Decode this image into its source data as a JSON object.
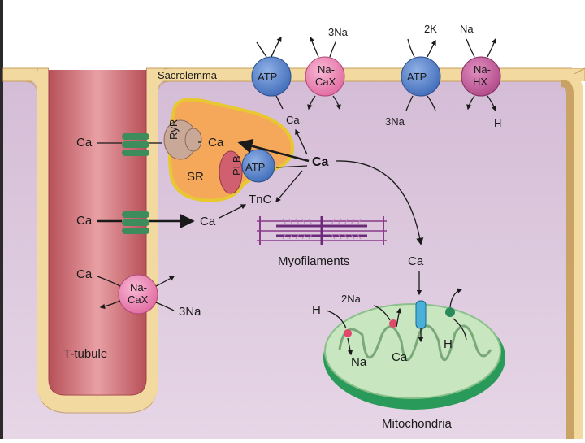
{
  "labels": {
    "sarcolemma": "Sacrolemma",
    "t_tubule": "T-tubule",
    "sr": "SR",
    "ryr": "RyR",
    "plb": "PLB",
    "atp": "ATP",
    "na_cax": "Na-CaX",
    "na_cax_line1": "Na-",
    "na_cax_line2": "CaX",
    "na_hx_line1": "Na-",
    "na_hx_line2": "HX",
    "myofilaments": "Myofilaments",
    "mitochondria": "Mitochondria",
    "tnc": "TnC",
    "ca": "Ca",
    "ca_bold": "Ca",
    "three_na": "3Na",
    "two_k": "2K",
    "na": "Na",
    "h": "H",
    "two_na": "2Na"
  },
  "colors": {
    "cytoplasm": "#dcc8dc",
    "membrane": "#f2d9a0",
    "t_tubule": "#cf7078",
    "sr": "#f5a85a",
    "sr_border": "#e8c830",
    "ryr": "#c9a898",
    "plb": "#d06070",
    "atp": "#5b86cc",
    "exchanger": "#f08ab4",
    "mito_outer": "#2a9a5a",
    "mito_inner": "#c8e6c0",
    "myofilament": "#8a3a8a"
  }
}
